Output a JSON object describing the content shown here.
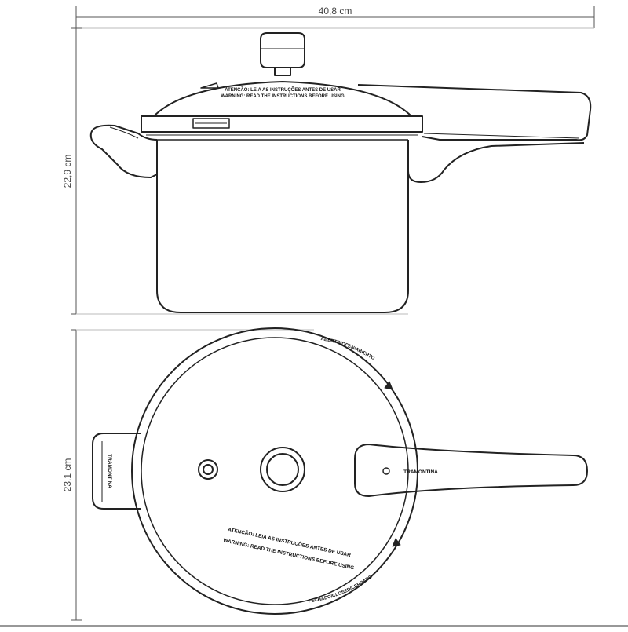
{
  "dimensions": {
    "width": "40,8 cm",
    "height": "22,9 cm",
    "diameter": "23,1 cm"
  },
  "lid_text": {
    "top_line_1": "ATENÇÃO: LEIA AS INSTRUÇÕES ANTES DE USAR",
    "top_line_2": "WARNING: READ THE INSTRUCTIONS BEFORE USING",
    "ring_open": "ABERTO/OPEN/ABIERTO",
    "ring_closed": "FECHADO/CLOSED/CERRADO",
    "warning_pt": "ATENÇÃO: LEIA AS INSTRUÇÕES ANTES DE USAR",
    "warning_en": "WARNING: READ THE INSTRUCTIONS BEFORE USING"
  },
  "brand": {
    "handle_label": "TRAMONTINA",
    "side_handle_label": "TRAMONTINA"
  },
  "colors": {
    "line": "#222222",
    "dimension_line": "#555555"
  }
}
